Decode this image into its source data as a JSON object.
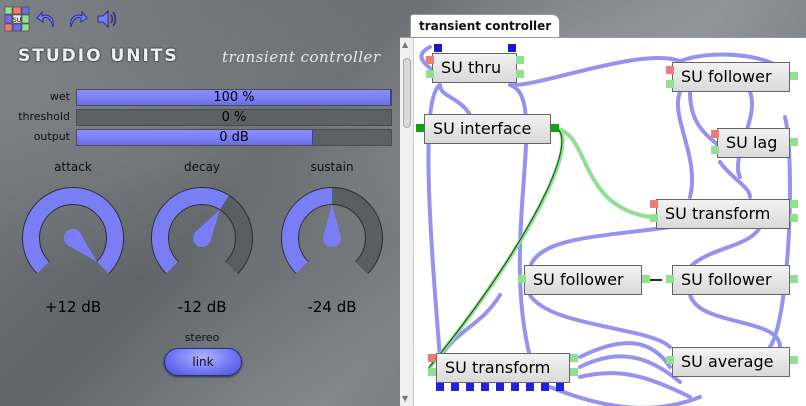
{
  "app": {
    "brand": "STUDIO UNITS",
    "plugin_name": "transient controller"
  },
  "toolbar": {
    "icons": [
      "su-grid-icon",
      "undo-icon",
      "redo-icon",
      "speaker-icon"
    ],
    "su_badge": "SU"
  },
  "params": [
    {
      "label": "wet",
      "value": "100 %",
      "level": 1.0
    },
    {
      "label": "threshold",
      "value": "0 %",
      "level": 0.0
    },
    {
      "label": "output",
      "value": "0 dB",
      "level": 0.75
    }
  ],
  "knobs": [
    {
      "title": "attack",
      "value": "+12 dB",
      "level": 1.0
    },
    {
      "title": "decay",
      "value": "-12 dB",
      "level": 0.62
    },
    {
      "title": "sustain",
      "value": "-24 dB",
      "level": 0.5
    }
  ],
  "stereo": {
    "label": "stereo",
    "button": "link"
  },
  "graph": {
    "tab_label": "transient controller",
    "modules": {
      "thru": "SU thru",
      "interface": "SU interface",
      "follower_top": "SU follower",
      "lag": "SU lag",
      "transform_mid": "SU transform",
      "follower_left": "SU follower",
      "follower_right": "SU follower",
      "transform_bottom": "SU transform",
      "average": "SU average"
    }
  },
  "colors": {
    "accent": "#7a7ef5",
    "wire": "#8f8ef0",
    "wire_green": "#8fe08f"
  }
}
